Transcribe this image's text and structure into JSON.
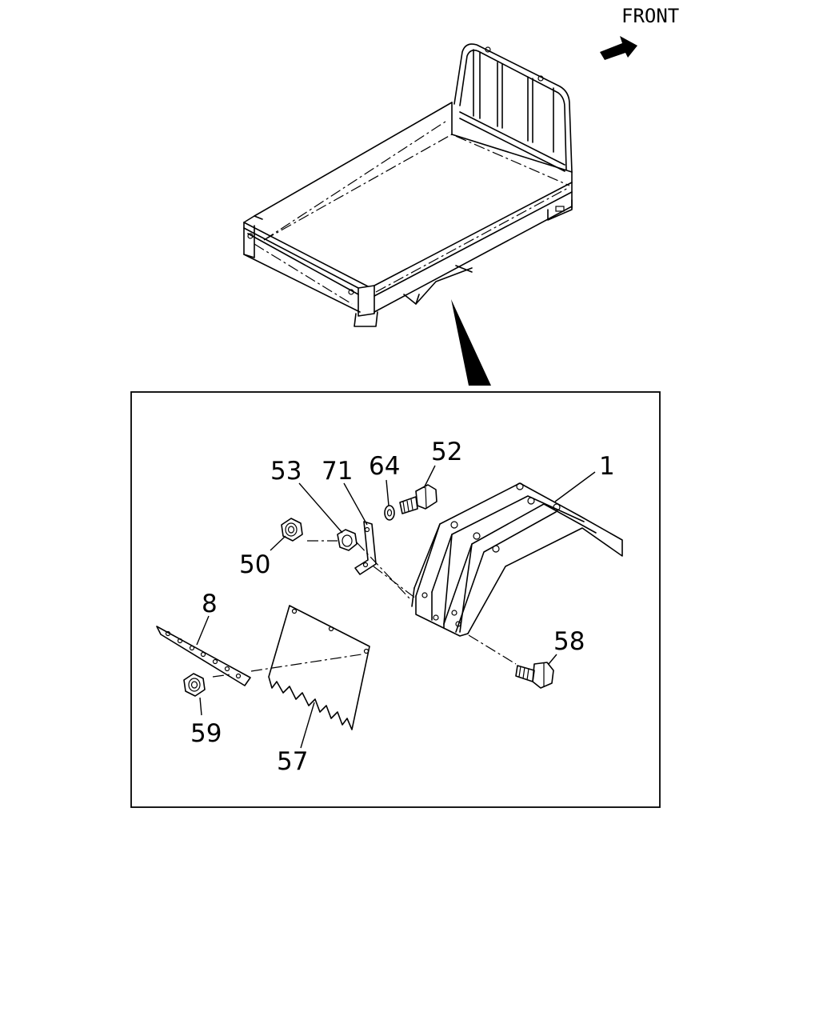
{
  "front_label": "FRONT",
  "callouts": {
    "c1": "1",
    "c8": "8",
    "c50": "50",
    "c52": "52",
    "c53": "53",
    "c57": "57",
    "c58": "58",
    "c59": "59",
    "c64": "64",
    "c71": "71"
  },
  "icons": [
    "front-arrow-icon",
    "pointer-arrow-icon"
  ]
}
